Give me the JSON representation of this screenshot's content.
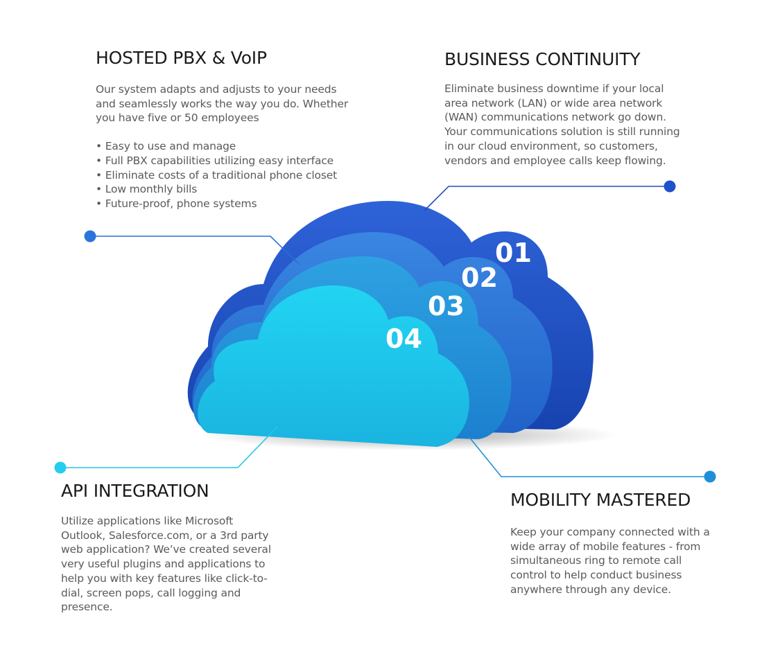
{
  "colors": {
    "accent_blue": "#2a6fd6",
    "accent_cyan": "#25c6e8",
    "heading_text": "#1a1a1a",
    "body_text": "#5a5a5a"
  },
  "clouds": [
    {
      "number": "01",
      "color": "#1e55c8"
    },
    {
      "number": "02",
      "color": "#2a76d8"
    },
    {
      "number": "03",
      "color": "#2392d9"
    },
    {
      "number": "04",
      "color": "#1ec6ec"
    }
  ],
  "sections": {
    "hosted_pbx": {
      "title": "HOSTED PBX & VoIP",
      "body": "Our system adapts and adjusts to your needs and seamlessly works the way you do. Whether you have five or 50 employees",
      "bullets": [
        "Easy to use and manage",
        "Full PBX capabilities utilizing easy interface",
        "Eliminate costs of a traditional phone closet",
        "Low monthly bills",
        "Future-proof, phone systems"
      ]
    },
    "business_continuity": {
      "title": "BUSINESS CONTINUITY",
      "body": "Eliminate business downtime if your local area network (LAN) or wide area network (WAN) communications network go down. Your communications solution is still running in our cloud environment, so customers, vendors and employee calls keep flowing."
    },
    "api_integration": {
      "title": "API INTEGRATION",
      "body": "Utilize applications like Microsoft Outlook, Salesforce.com, or a 3rd party web application? We’ve created several very useful plugins and applications to help you with key features like click-to-dial, screen pops, call logging and presence."
    },
    "mobility_mastered": {
      "title": "MOBILITY MASTERED",
      "body": "Keep your company connected with a wide array of mobile features - from simultaneous ring to remote call control to help conduct business anywhere through any device."
    }
  }
}
